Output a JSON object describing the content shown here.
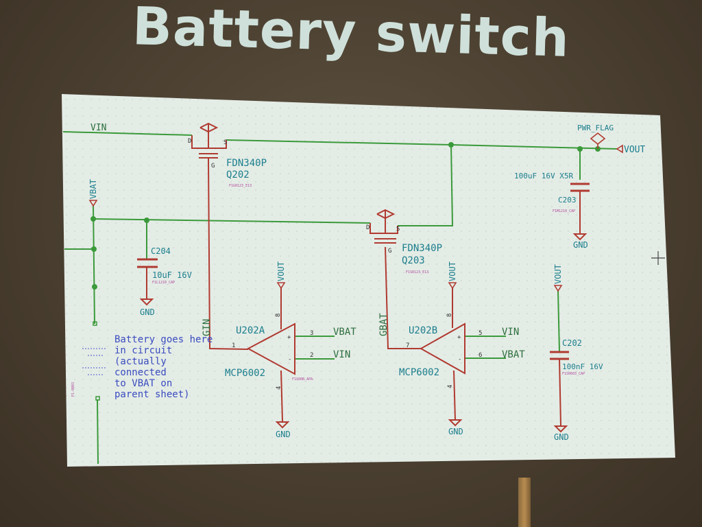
{
  "slide": {
    "title": "Battery switch"
  },
  "nets": {
    "vin": "VIN",
    "vbat": "VBAT",
    "vout": "VOUT",
    "gnd": "GND",
    "gin": "GIN",
    "gbat": "GBAT",
    "pwr_flag": "PWR_FLAG"
  },
  "components": {
    "q202": {
      "part": "FDN340P",
      "ref": "Q202",
      "footprint": "F1G0123_E13"
    },
    "q203": {
      "part": "FDN340P",
      "ref": "Q203",
      "footprint": "F1S0123_E13"
    },
    "u202a": {
      "ref": "U202A",
      "part": "MCP6002",
      "footprint": "F1S00B_APA"
    },
    "u202b": {
      "ref": "U202B",
      "part": "MCP6002"
    },
    "c204": {
      "ref": "C204",
      "value": "10uF 16V",
      "footprint": "F1L1210_CAP"
    },
    "c203": {
      "ref": "C203",
      "value": "100uF 16V X5R",
      "footprint": "F1M1210_CAP"
    },
    "c202": {
      "ref": "C202",
      "value": "100nF 16V",
      "footprint": "F1S0603_CAP"
    }
  },
  "pins": {
    "d": "D",
    "s": "S",
    "g": "G",
    "p1": "1",
    "p2": "2",
    "p3": "3",
    "p4": "4",
    "p5": "5",
    "p6": "6",
    "p7": "7",
    "p8": "8",
    "plus": "+",
    "minus": "-"
  },
  "note": {
    "lines": [
      "Battery goes here",
      "in circuit",
      "(actually",
      "connected",
      "to VBAT on",
      "parent sheet)"
    ]
  },
  "side_label": "P1-0003",
  "colors": {
    "screen": "#e4ece6",
    "wire": "#3a9a3a",
    "component": "#b03a30",
    "label": "#1a7e8c",
    "net": "#2c6e3c",
    "footprint": "#b04a9c",
    "title": "#cfe0da"
  }
}
